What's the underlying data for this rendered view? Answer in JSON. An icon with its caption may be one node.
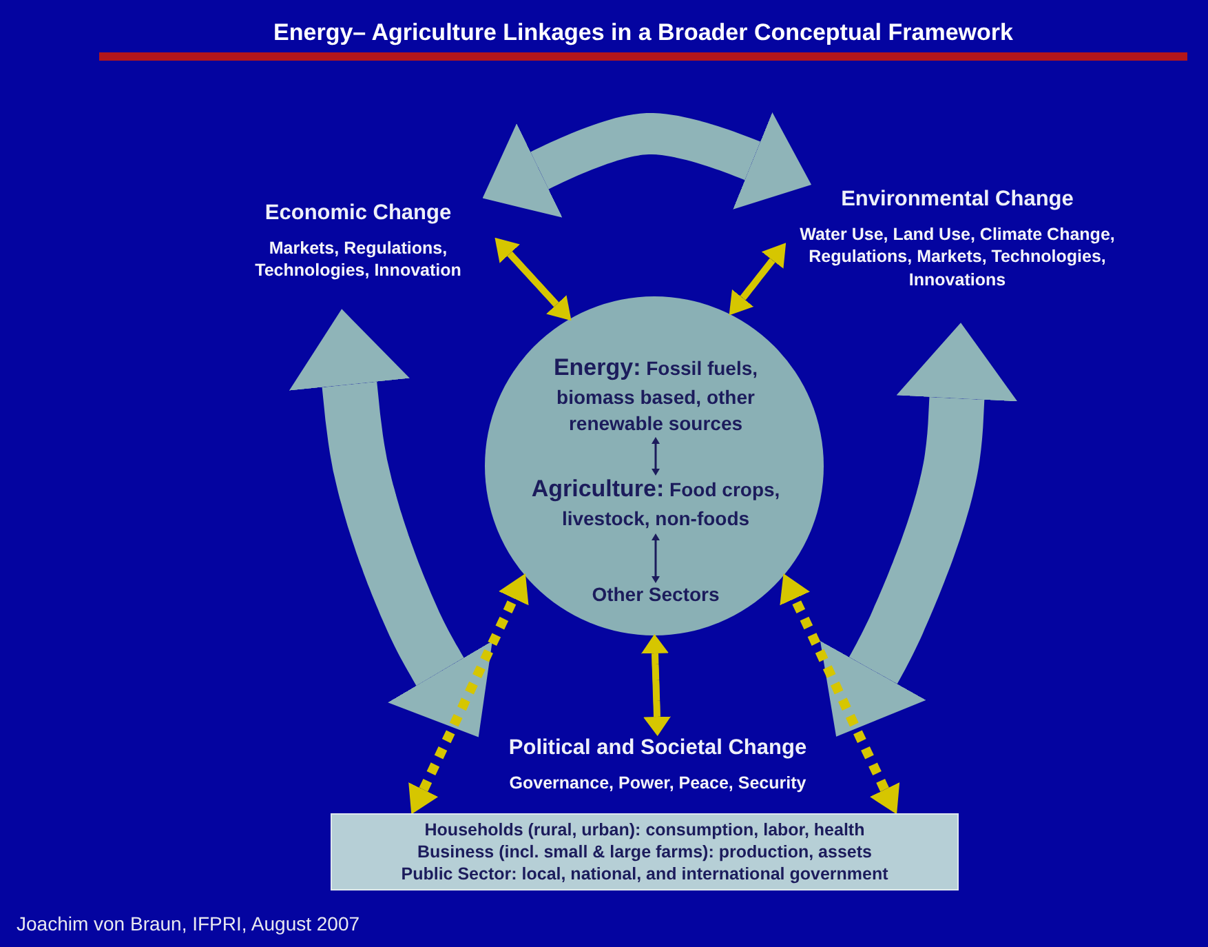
{
  "diagram": {
    "title": "Energy– Agriculture Linkages in a Broader Conceptual Framework",
    "nodes": [
      {
        "text": [
          "Economic Change",
          "Markets, Regulations, Technologies, Innovation"
        ]
      },
      {
        "text": [
          "Environmental Change",
          "Water Use, Land Use, Climate Change, Regulations, Markets, Technologies, Innovations"
        ]
      },
      {
        "text": [],
        "shape": "circle"
      },
      {
        "text": [
          "**Energy:** Fossil fuels, biomass based, other renewable sources"
        ],
        "in": 2
      },
      {
        "text": [
          "**Agriculture:** Food crops, livestock, non-foods"
        ],
        "in": 2
      },
      {
        "text": [
          "Other Sectors"
        ],
        "in": 2
      },
      {
        "text": [
          "Political and Societal Change",
          "Governance, Power, Peace, Security"
        ]
      },
      {
        "text": [
          "Households (rural, urban): consumption, labor, health",
          "Business (incl. small & large farms): production, assets",
          "Public Sector: local, national, and international government"
        ]
      }
    ],
    "edges": [
      {
        "from": 0,
        "to": 1,
        "arrow": "both",
        "style": "thick",
        "color": "#8fb4b8"
      },
      {
        "from": 0,
        "to": 6,
        "arrow": "both",
        "style": "thick",
        "color": "#8fb4b8"
      },
      {
        "from": 1,
        "to": 6,
        "arrow": "both",
        "style": "thick",
        "color": "#8fb4b8"
      },
      {
        "from": 0,
        "to": 2,
        "arrow": "both"
      },
      {
        "from": 1,
        "to": 2,
        "arrow": "both"
      },
      {
        "from": 2,
        "to": 6,
        "arrow": "both"
      },
      {
        "from": 7,
        "to": 2,
        "arrow": "both",
        "style": "dashed"
      },
      {
        "from": 7,
        "to": 2,
        "arrow": "both",
        "style": "dashed"
      },
      {
        "from": 3,
        "to": 4,
        "arrow": "both",
        "color": "#1c1c5c"
      },
      {
        "from": 4,
        "to": 5,
        "arrow": "both",
        "color": "#1c1c5c"
      }
    ],
    "labels": [
      "Joachim von Braun, IFPRI, August 2007"
    ]
  }
}
